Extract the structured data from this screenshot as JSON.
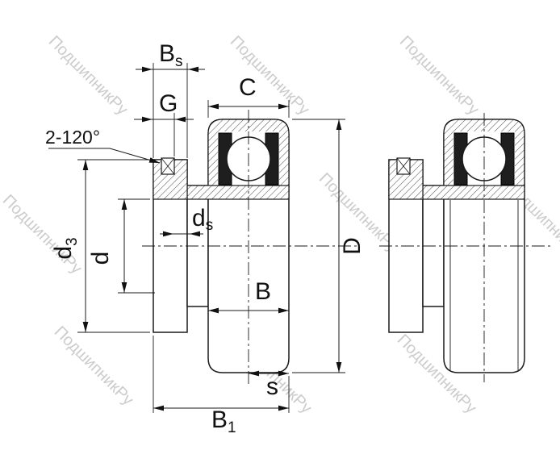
{
  "watermark": {
    "text": "ПодшипникРу"
  },
  "drawing": {
    "description": "Two sectional views of an insert ball bearing unit with extended inner ring and set screws",
    "colors": {
      "background": "#ffffff",
      "line": "#1a1a1a",
      "watermark": "#cccccc",
      "seal": "#1e1e1e"
    },
    "dimensions": {
      "bs_main": "B",
      "bs_sub": "s",
      "c": "C",
      "g": "G",
      "screw_note": "2-120°",
      "d3_main": "d",
      "d3_sub": "3",
      "d": "d",
      "ds_main": "d",
      "ds_sub": "s",
      "outer_diameter": "D",
      "width_b": "B",
      "s": "s",
      "b1_main": "B",
      "b1_sub": "1"
    }
  }
}
